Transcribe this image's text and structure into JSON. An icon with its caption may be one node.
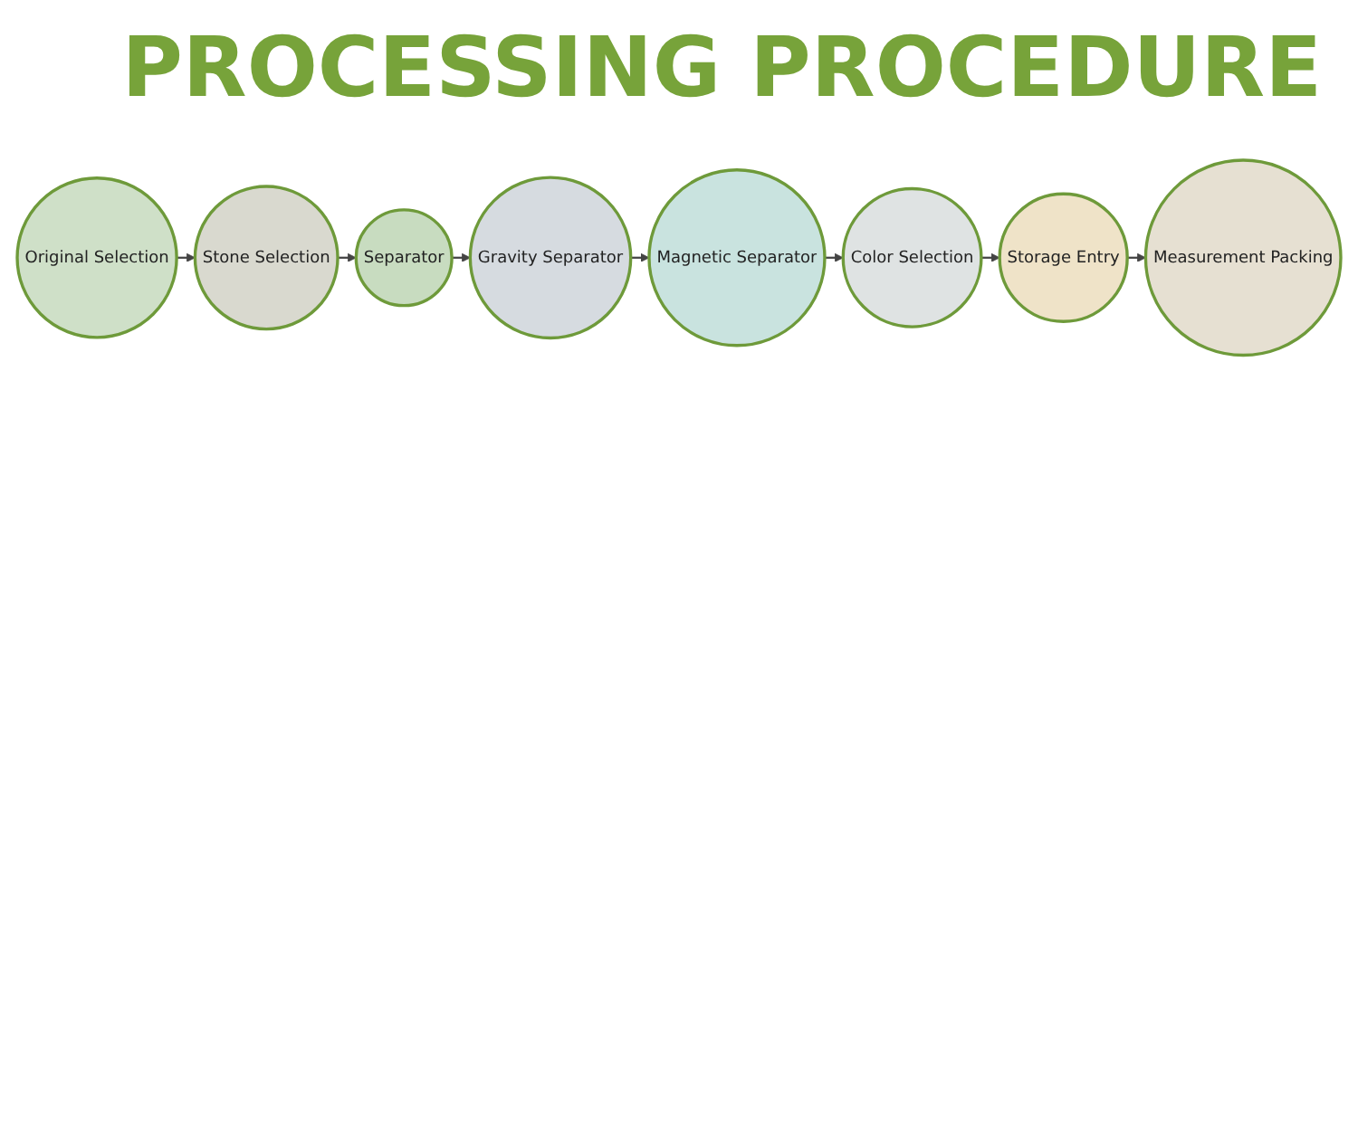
{
  "diagram": {
    "title": "PROCESSING PROCEDURE",
    "nodes": [
      {
        "text": [
          "Original Selection"
        ]
      },
      {
        "text": [
          "Stone Selection"
        ]
      },
      {
        "text": [
          "Separator"
        ]
      },
      {
        "text": [
          "Gravity Separator"
        ]
      },
      {
        "text": [
          "Magnetic Separator"
        ]
      },
      {
        "text": [
          "Color Selection"
        ]
      },
      {
        "text": [
          "Storage Entry"
        ]
      },
      {
        "text": [
          "Measurement Packing"
        ]
      }
    ],
    "edges": [
      {
        "from": 0,
        "to": 1,
        "arrow": "to"
      },
      {
        "from": 1,
        "to": 2,
        "arrow": "to"
      },
      {
        "from": 2,
        "to": 3,
        "arrow": "to"
      },
      {
        "from": 3,
        "to": 4,
        "arrow": "to"
      },
      {
        "from": 4,
        "to": 5,
        "arrow": "to"
      },
      {
        "from": 5,
        "to": 6,
        "arrow": "to"
      },
      {
        "from": 6,
        "to": 7,
        "arrow": "to"
      }
    ]
  }
}
